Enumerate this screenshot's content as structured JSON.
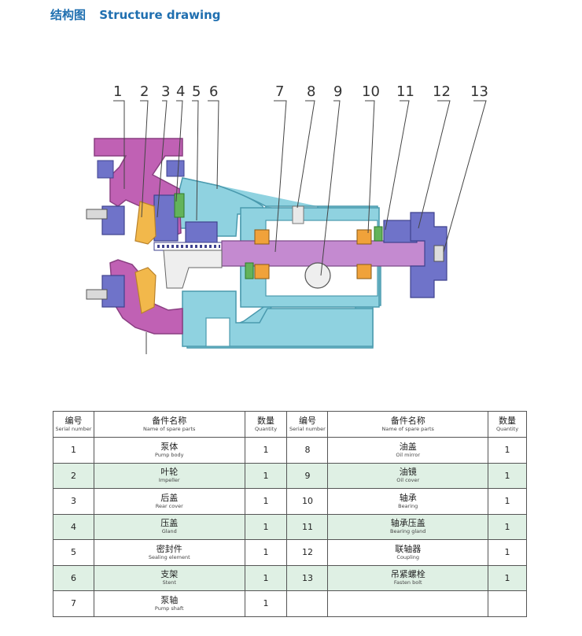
{
  "title": {
    "zh": "结构图",
    "en": "Structure drawing"
  },
  "callouts": [
    "1",
    "2",
    "3",
    "4",
    "5",
    "6",
    "7",
    "8",
    "9",
    "10",
    "11",
    "12",
    "13"
  ],
  "colors": {
    "title": "#1f6fb0",
    "pump_body": "#c061b4",
    "stent": "#8fd2e0",
    "bearing_gland_coupling": "#6f73c9",
    "impeller": "#f2b84b",
    "gland": "#63b35a",
    "shaft": "#c48ad0",
    "bearing": "#e8a23a",
    "row_highlight": "#dff0e4"
  },
  "table": {
    "headers": {
      "serial": {
        "zh": "编号",
        "en": "Serial number"
      },
      "name": {
        "zh": "备件名称",
        "en": "Name of spare parts"
      },
      "qty": {
        "zh": "数量",
        "en": "Quantity"
      }
    },
    "rows": [
      {
        "l_no": "1",
        "l_zh": "泵体",
        "l_en": "Pump body",
        "l_qty": "1",
        "r_no": "8",
        "r_zh": "油盖",
        "r_en": "Oil mirror",
        "r_qty": "1"
      },
      {
        "l_no": "2",
        "l_zh": "叶轮",
        "l_en": "Impeller",
        "l_qty": "1",
        "r_no": "9",
        "r_zh": "油镜",
        "r_en": "Oil cover",
        "r_qty": "1"
      },
      {
        "l_no": "3",
        "l_zh": "后盖",
        "l_en": "Rear cover",
        "l_qty": "1",
        "r_no": "10",
        "r_zh": "轴承",
        "r_en": "Bearing",
        "r_qty": "1"
      },
      {
        "l_no": "4",
        "l_zh": "压盖",
        "l_en": "Gland",
        "l_qty": "1",
        "r_no": "11",
        "r_zh": "轴承压盖",
        "r_en": "Bearing gland",
        "r_qty": "1"
      },
      {
        "l_no": "5",
        "l_zh": "密封件",
        "l_en": "Sealing element",
        "l_qty": "1",
        "r_no": "12",
        "r_zh": "联轴器",
        "r_en": "Coupling",
        "r_qty": "1"
      },
      {
        "l_no": "6",
        "l_zh": "支架",
        "l_en": "Stent",
        "l_qty": "1",
        "r_no": "13",
        "r_zh": "吊紧螺栓",
        "r_en": "Fasten bolt",
        "r_qty": "1"
      },
      {
        "l_no": "7",
        "l_zh": "泵轴",
        "l_en": "Pump shaft",
        "l_qty": "1",
        "r_no": "",
        "r_zh": "",
        "r_en": "",
        "r_qty": ""
      }
    ]
  }
}
